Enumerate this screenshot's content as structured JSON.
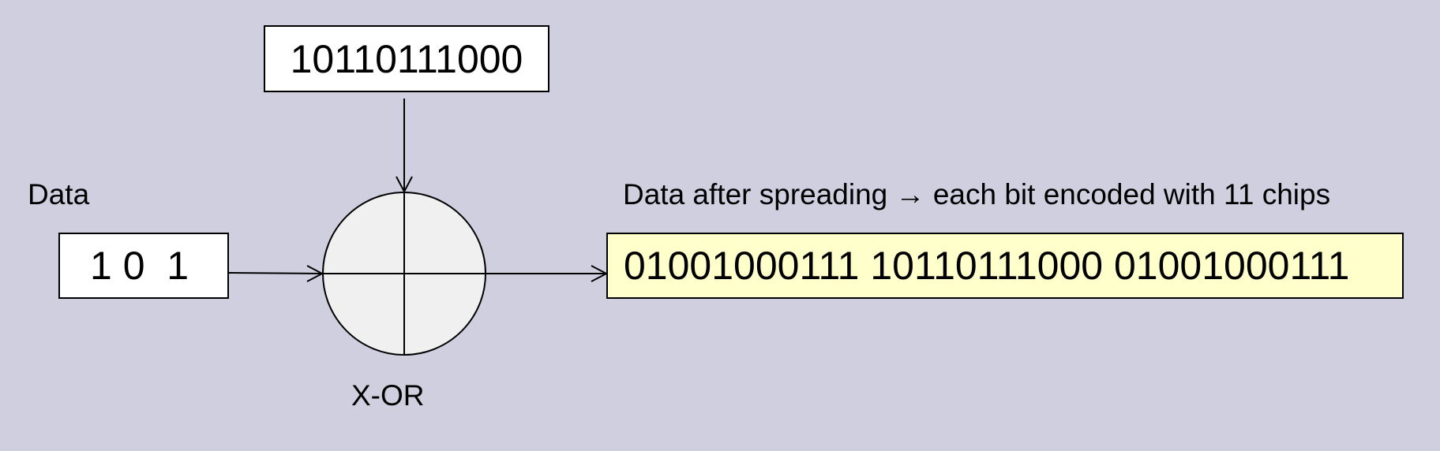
{
  "diagram": {
    "code_sequence": "10110111000",
    "data_label": "Data",
    "data_bits": "1 0  1",
    "operator_label": "X-OR",
    "output_label": "Data after spreading → each bit encoded with 11 chips",
    "output_sequence": "01001000111 10110111000 01001000111",
    "colors": {
      "background": "#d0cfe0",
      "output_fill": "#ffffcc",
      "xor_fill": "#f0f0f0",
      "box_fill": "#ffffff",
      "stroke": "#000000"
    }
  }
}
